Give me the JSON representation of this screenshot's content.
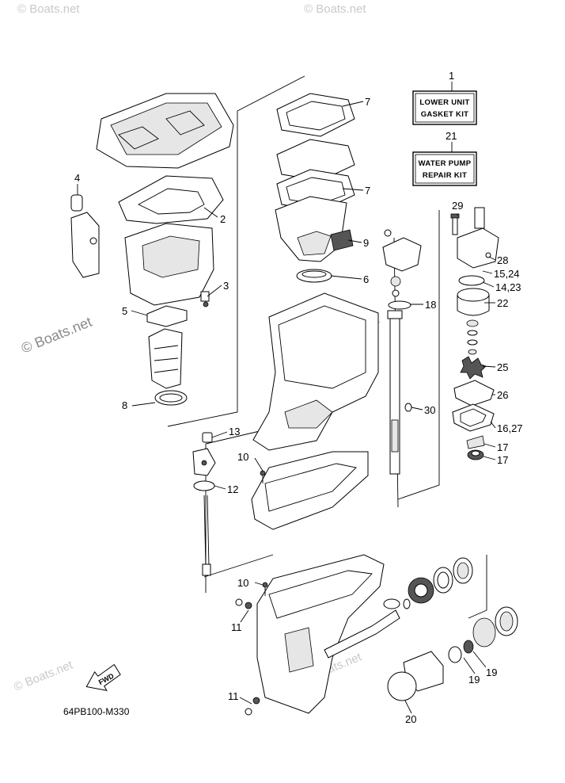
{
  "watermarks": {
    "text": "© Boats.net"
  },
  "kits": {
    "k1": {
      "num": "1",
      "line1": "LOWER UNIT",
      "line2": "GASKET KIT"
    },
    "k21": {
      "num": "21",
      "line1": "WATER PUMP",
      "line2": "REPAIR KIT"
    }
  },
  "callouts": {
    "c2": "2",
    "c3": "3",
    "c4": "4",
    "c5": "5",
    "c6": "6",
    "c7a": "7",
    "c7b": "7",
    "c8": "8",
    "c9": "9",
    "c10a": "10",
    "c10b": "10",
    "c11a": "11",
    "c11b": "11",
    "c12": "12",
    "c13": "13",
    "c14_23": "14,23",
    "c15_24": "15,24",
    "c16_27": "16,27",
    "c17a": "17",
    "c17b": "17",
    "c18": "18",
    "c19a": "19",
    "c19b": "19",
    "c20": "20",
    "c22": "22",
    "c25": "25",
    "c26": "26",
    "c28": "28",
    "c29": "29",
    "c30": "30"
  },
  "fwd_label": "FWD",
  "drawing_code": "64PB100-M330"
}
